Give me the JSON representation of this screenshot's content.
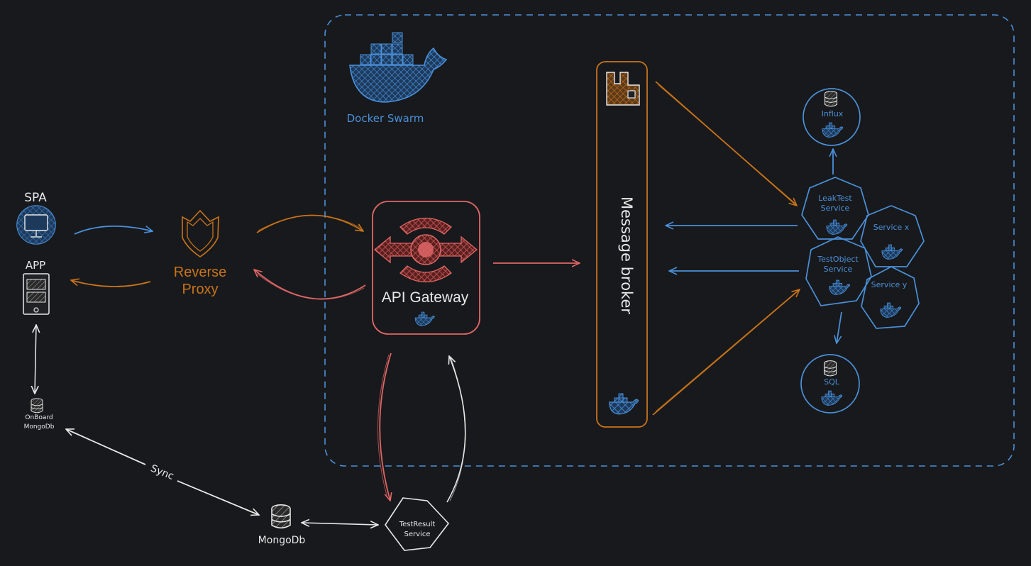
{
  "colors": {
    "background": "#18191c",
    "docker_blue": "#4a90d9",
    "orange": "#c9741a",
    "red": "#e06666",
    "white": "#e8e8e8"
  },
  "labels": {
    "spa": "SPA",
    "app": "APP",
    "onboard_db_line1": "OnBoard",
    "onboard_db_line2": "MongoDb",
    "reverse_proxy_line1": "Reverse",
    "reverse_proxy_line2": "Proxy",
    "docker_swarm": "Docker Swarm",
    "api_gateway": "API Gateway",
    "message_broker": "Message broker",
    "influx": "Influx",
    "leaktest_line1": "LeakTest",
    "leaktest_line2": "Service",
    "service_x": "Service x",
    "testobject_line1": "TestObject",
    "testobject_line2": "Service",
    "service_y": "Service y",
    "sql": "SQL",
    "sync": "Sync",
    "mongodb": "MongoDb",
    "testresult_line1": "TestResult",
    "testresult_line2": "Service"
  },
  "icons": [
    "docker-whale-icon",
    "monitor-icon",
    "tablet-icon",
    "database-icon",
    "shield-icon",
    "api-gateway-icon",
    "rabbitmq-icon"
  ]
}
